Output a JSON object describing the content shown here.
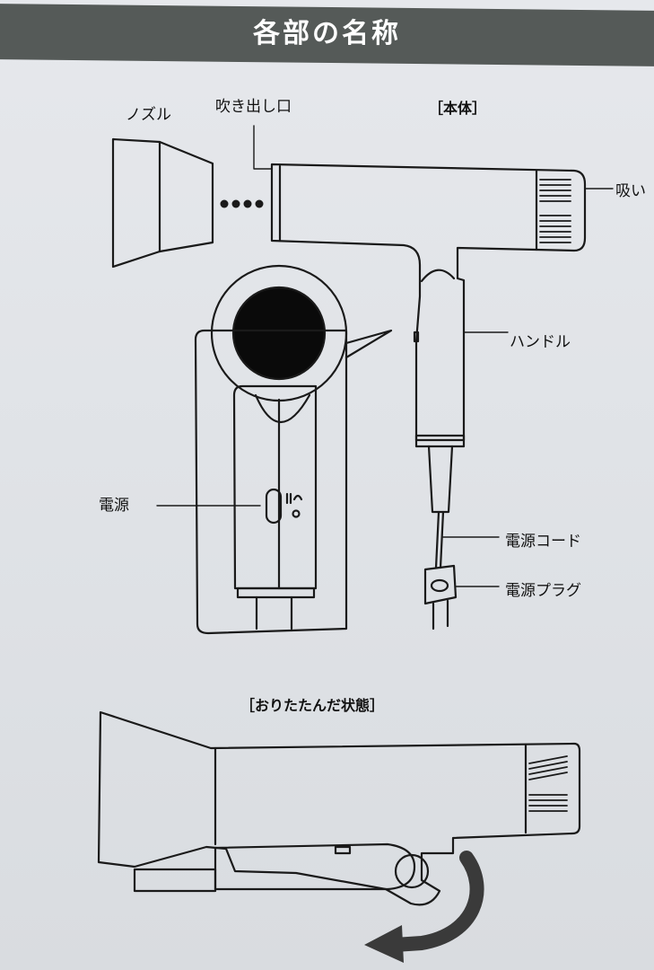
{
  "title": "各部の名称",
  "labels": {
    "main_body": "［本体］",
    "nozzle": "ノズル",
    "outlet": "吹き出し口",
    "intake": "吸い",
    "handle": "ハンドル",
    "power": "電源",
    "power_cord": "電源コード",
    "power_plug": "電源プラグ",
    "folded": "［おりたたんだ状態］"
  },
  "colors": {
    "header": "#555a58",
    "line": "#1a1a1a",
    "arrow": "#3a3a3a"
  }
}
